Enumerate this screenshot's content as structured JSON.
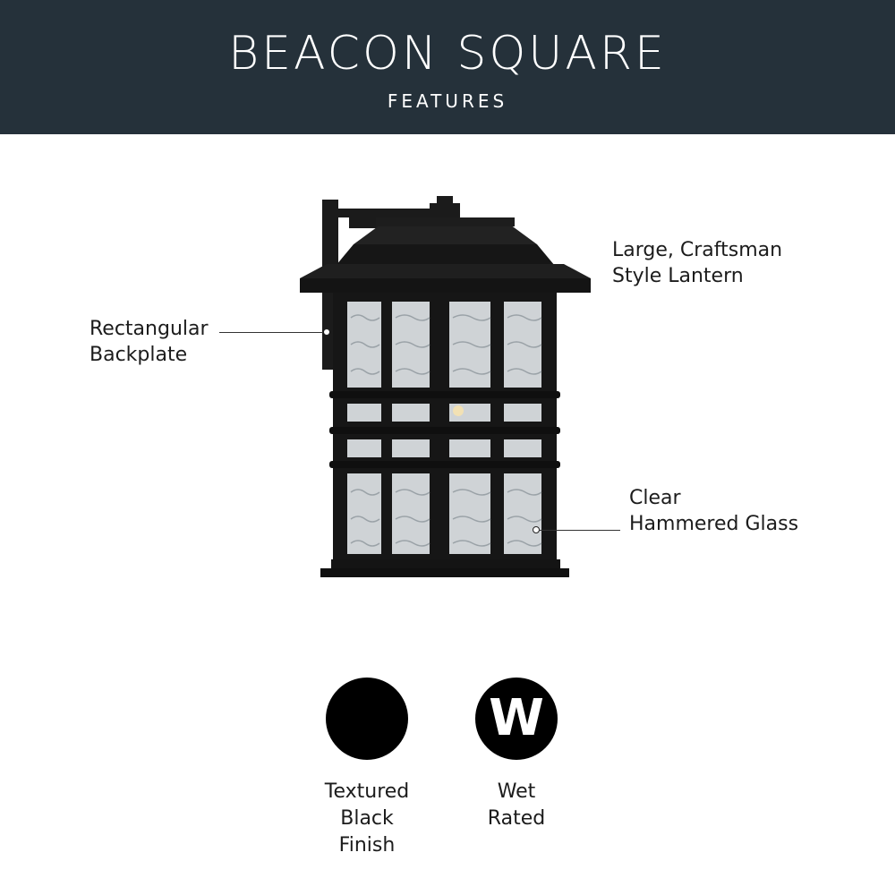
{
  "header": {
    "title": "BEACON SQUARE",
    "subtitle": "FEATURES"
  },
  "callouts": {
    "lantern_style": [
      "Large, Craftsman",
      "Style Lantern"
    ],
    "backplate": [
      "Rectangular",
      "Backplate"
    ],
    "glass": [
      "Clear",
      "Hammered Glass"
    ]
  },
  "features": {
    "finish": {
      "icon": "black-circle-swatch",
      "lines": [
        "Textured",
        "Black",
        "Finish"
      ]
    },
    "wet": {
      "icon": "wet-rated-w-icon",
      "letter": "W",
      "lines": [
        "Wet",
        "Rated"
      ]
    }
  },
  "colors": {
    "header_bg": "#25313a",
    "header_text": "#ffffff",
    "page_bg": "#ffffff",
    "swatch": "#000000"
  }
}
